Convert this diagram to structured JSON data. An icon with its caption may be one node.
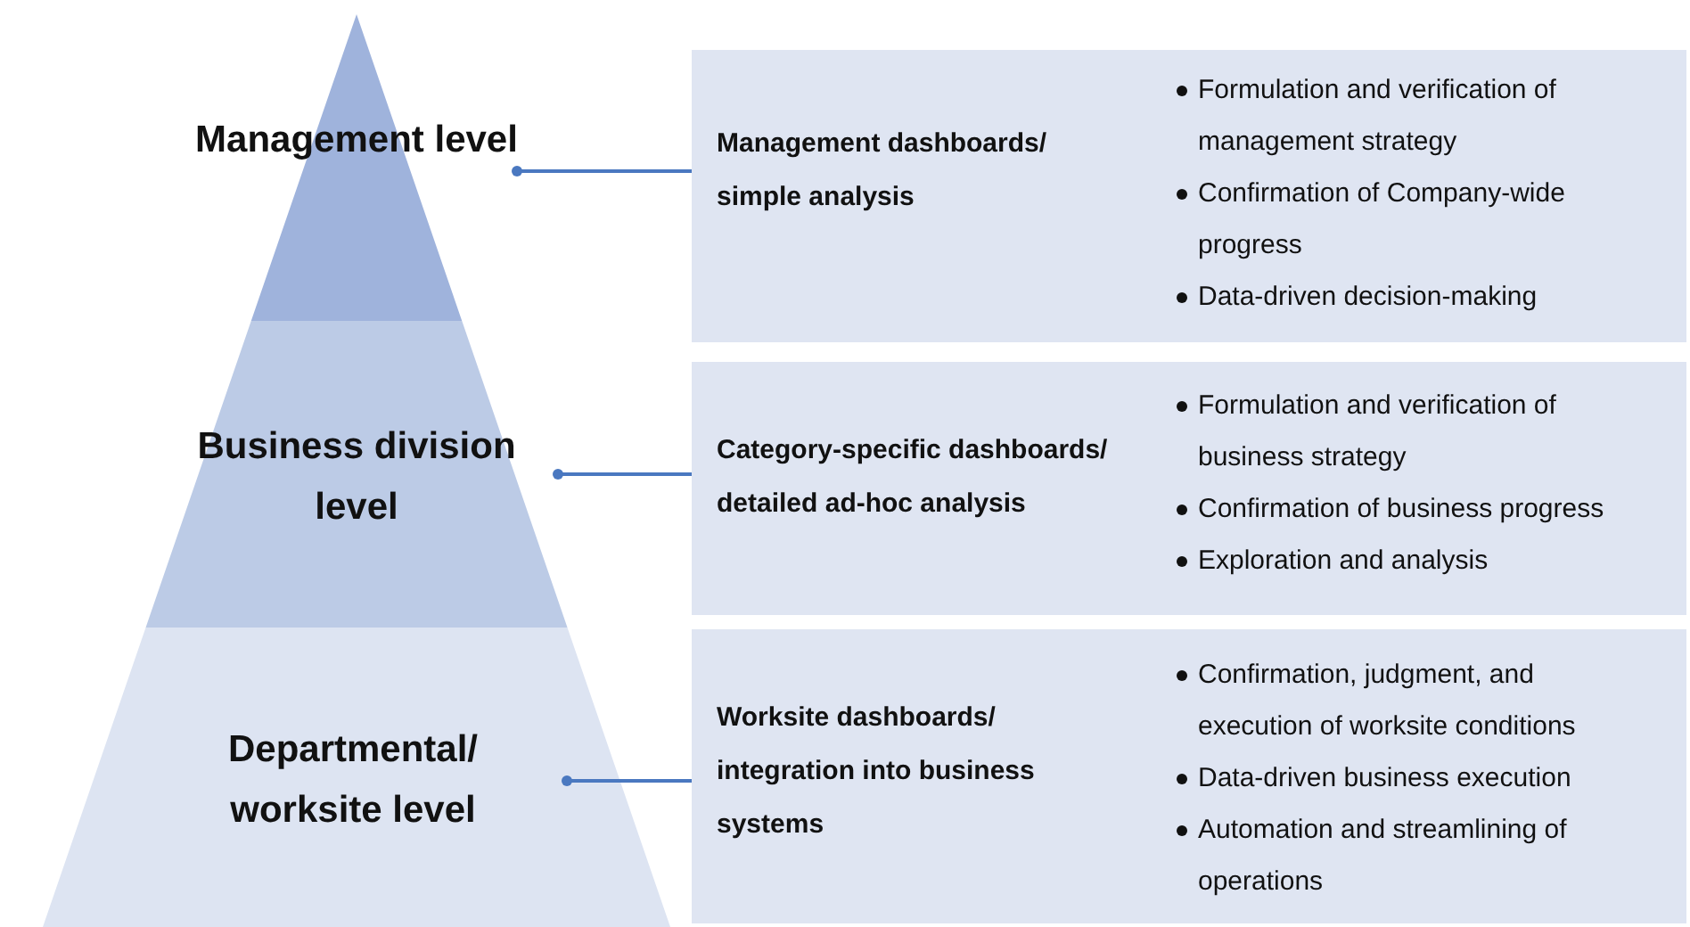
{
  "diagram": {
    "nodes": [
      {
        "text": [
          "Management level"
        ]
      },
      {
        "text": [
          "Business division level"
        ]
      },
      {
        "text": [
          "Departmental/ worksite level"
        ]
      },
      {
        "text": [
          "Management dashboards/ simple analysis",
          "Formulation and verification of management strategy",
          "Confirmation of Company-wide progress",
          "Data-driven decision-making"
        ]
      },
      {
        "text": [
          "Category-specific dashboards/ detailed ad-hoc analysis",
          "Formulation and verification of business strategy",
          "Confirmation of business progress",
          "Exploration and analysis"
        ]
      },
      {
        "text": [
          "Worksite dashboards/ integration into business systems",
          "Confirmation, judgment, and execution of worksite conditions",
          "Data-driven business execution",
          "Automation and streamlining of operations"
        ]
      }
    ],
    "edges": [
      {
        "from": 0,
        "to": 3,
        "arrow": "other"
      },
      {
        "from": 1,
        "to": 4,
        "arrow": "other"
      },
      {
        "from": 2,
        "to": 5,
        "arrow": "other"
      }
    ]
  }
}
